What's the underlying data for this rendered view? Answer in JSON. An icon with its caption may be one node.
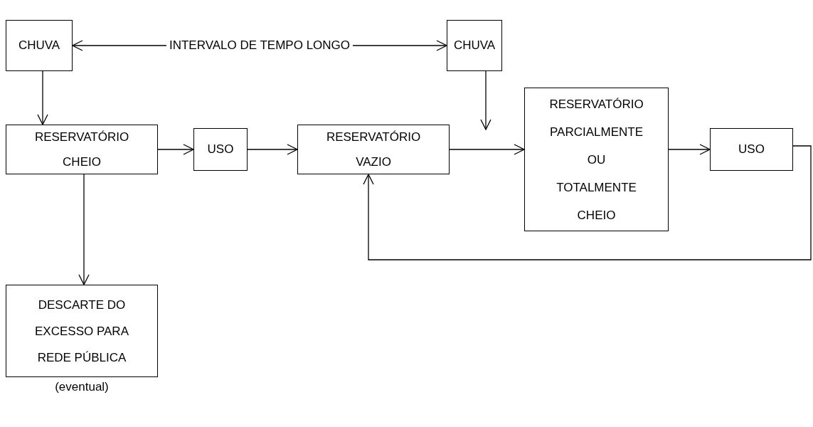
{
  "diagram": {
    "nodes": [
      {
        "text": [
          "CHUVA"
        ]
      },
      {
        "text": [
          "CHUVA"
        ]
      },
      {
        "text": [
          "RESERVATÓRIO CHEIO"
        ]
      },
      {
        "text": [
          "USO"
        ]
      },
      {
        "text": [
          "RESERVATÓRIO VAZIO"
        ]
      },
      {
        "text": [
          "RESERVATÓRIO PARCIALMENTE OU TOTALMENTE CHEIO"
        ]
      },
      {
        "text": [
          "USO"
        ]
      },
      {
        "text": [
          "DESCARTE DO EXCESSO PARA REDE PÚBLICA"
        ],
        "beside": [
          "(eventual)"
        ]
      }
    ],
    "edges": [
      {
        "from": 0,
        "to": 1,
        "arrow": "both",
        "label": "INTERVALO DE TEMPO LONGO"
      },
      {
        "from": 0,
        "to": 2,
        "arrow": "to"
      },
      {
        "from": 1,
        "to": null,
        "arrow": "to"
      },
      {
        "from": 2,
        "to": 3,
        "arrow": "to"
      },
      {
        "from": 3,
        "to": 4,
        "arrow": "to"
      },
      {
        "from": 4,
        "to": 5,
        "arrow": "to"
      },
      {
        "from": 5,
        "to": 6,
        "arrow": "to"
      },
      {
        "from": 6,
        "to": 4,
        "arrow": "to"
      },
      {
        "from": 2,
        "to": 7,
        "arrow": "to"
      }
    ]
  }
}
